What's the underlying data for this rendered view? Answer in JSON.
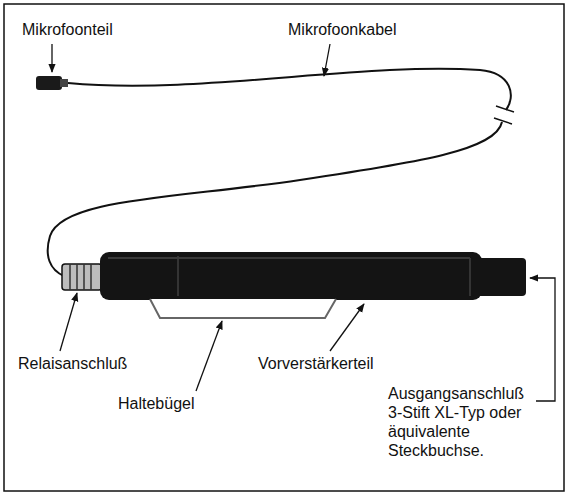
{
  "diagram": {
    "labels": [
      "Mikrofoonteil",
      "Mikrofoonkabel",
      "Relaisanschluß",
      "Haltebügel",
      "Vorverstärkerteil",
      "Ausgangsanschluß 3-Stift XL-Typ oder äquivalente Steckbuchse."
    ]
  }
}
